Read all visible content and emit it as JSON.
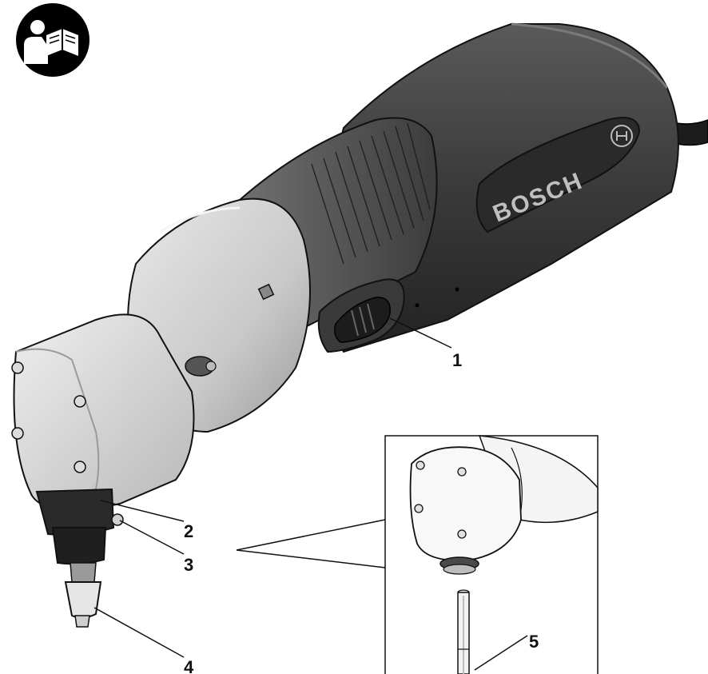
{
  "manual_icon": {
    "name": "read-manual-icon"
  },
  "brand": {
    "text": "BOSCH"
  },
  "callouts": [
    {
      "id": "1",
      "label": "1"
    },
    {
      "id": "2",
      "label": "2"
    },
    {
      "id": "3",
      "label": "3"
    },
    {
      "id": "4",
      "label": "4"
    },
    {
      "id": "5",
      "label": "5"
    }
  ],
  "colors": {
    "body_dark": "#2f2f2f",
    "body_mid": "#4a4a4a",
    "housing_light": "#d4d4d4",
    "housing_mid": "#b3b3b3",
    "outline": "#111111"
  }
}
